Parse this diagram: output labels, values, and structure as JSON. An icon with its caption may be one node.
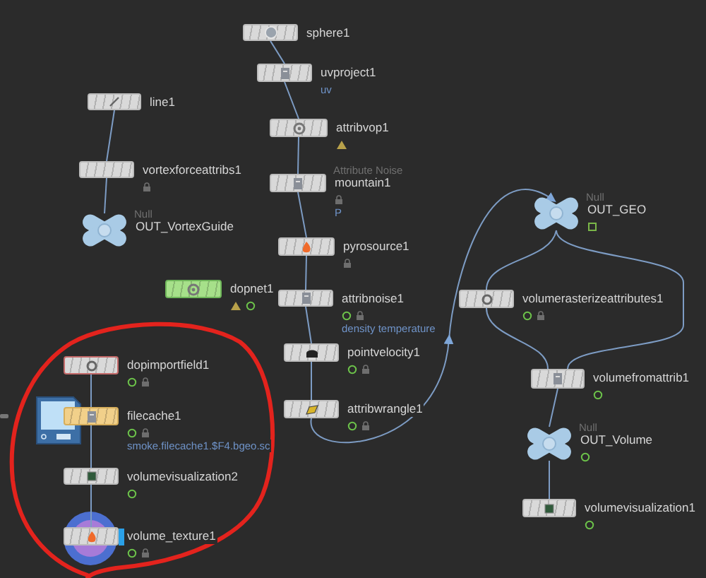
{
  "diagram": {
    "nodes": [
      {
        "text": [
          "sphere1"
        ]
      },
      {
        "text": [
          "uvproject1",
          "uv"
        ]
      },
      {
        "text": [
          "attribvop1"
        ]
      },
      {
        "text": [
          "line1"
        ]
      },
      {
        "text": [
          "vortexforceattribs1"
        ]
      },
      {
        "text": [
          "Null",
          "OUT_VortexGuide"
        ]
      },
      {
        "text": [
          "Attribute Noise",
          "mountain1",
          "P"
        ]
      },
      {
        "text": [
          "pyrosource1"
        ]
      },
      {
        "text": [
          "dopnet1"
        ]
      },
      {
        "text": [
          "attribnoise1",
          "density temperature"
        ]
      },
      {
        "text": [
          "pointvelocity1"
        ]
      },
      {
        "text": [
          "attribwrangle1"
        ]
      },
      {
        "text": [
          "Null",
          "OUT_GEO"
        ]
      },
      {
        "text": [
          "volumerasterizeattributes1"
        ]
      },
      {
        "text": [
          "volumefromattrib1"
        ]
      },
      {
        "text": [
          "Null",
          "OUT_Volume"
        ]
      },
      {
        "text": [
          "volumevisualization1"
        ]
      },
      {
        "text": [
          "dopimportfield1"
        ]
      },
      {
        "text": [
          "filecache1",
          "smoke.filecache1.$F4.bgeo.sc"
        ]
      },
      {
        "text": [
          "volumevisualization2"
        ]
      },
      {
        "text": [
          "volume_texture1"
        ]
      }
    ],
    "edges": [
      {
        "from": 0,
        "to": 1,
        "arrow": "none"
      },
      {
        "from": 1,
        "to": 2,
        "arrow": "none"
      },
      {
        "from": 2,
        "to": 6,
        "arrow": "none"
      },
      {
        "from": 6,
        "to": 7,
        "arrow": "none"
      },
      {
        "from": 7,
        "to": 9,
        "arrow": "none"
      },
      {
        "from": 9,
        "to": 10,
        "arrow": "none"
      },
      {
        "from": 10,
        "to": 11,
        "arrow": "none"
      },
      {
        "from": 11,
        "to": 12,
        "arrow": "to"
      },
      {
        "from": 12,
        "to": 13,
        "arrow": "none"
      },
      {
        "from": 12,
        "to": 14,
        "arrow": "none"
      },
      {
        "from": 13,
        "to": 14,
        "arrow": "none"
      },
      {
        "from": 14,
        "to": 15,
        "arrow": "none"
      },
      {
        "from": 15,
        "to": 16,
        "arrow": "none"
      },
      {
        "from": 3,
        "to": 4,
        "arrow": "none"
      },
      {
        "from": 4,
        "to": 5,
        "arrow": "none"
      },
      {
        "from": 17,
        "to": 18,
        "arrow": "none"
      },
      {
        "from": 18,
        "to": 19,
        "arrow": "none"
      },
      {
        "from": 19,
        "to": 20,
        "arrow": "none"
      }
    ]
  }
}
